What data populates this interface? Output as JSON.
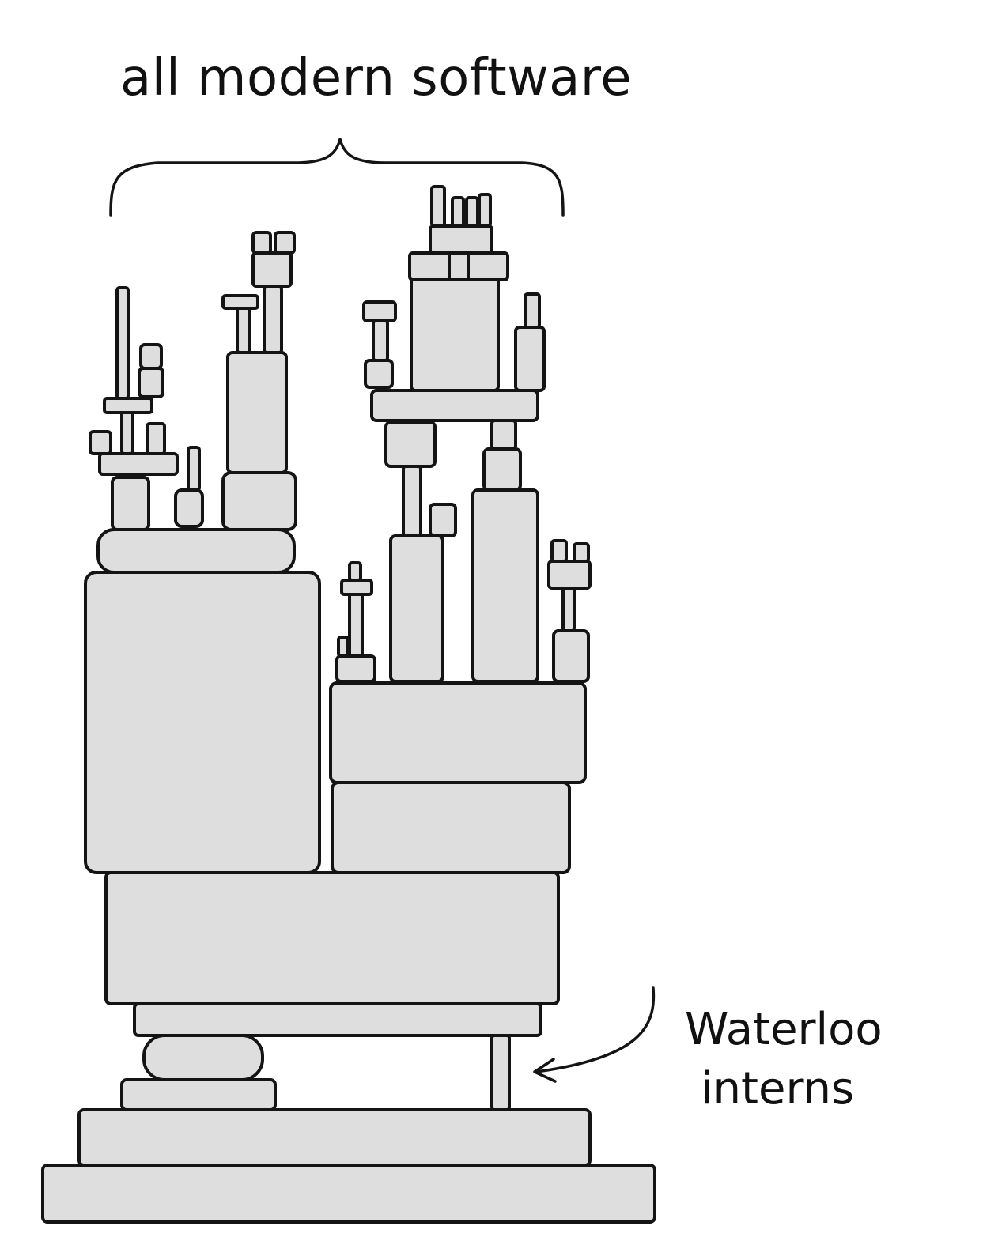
{
  "title": "all modern software",
  "annotation": {
    "line1": "Waterloo",
    "line2": "interns"
  },
  "colors": {
    "block_fill": "#dedede",
    "ink": "#141414",
    "background": "#ffffff"
  }
}
